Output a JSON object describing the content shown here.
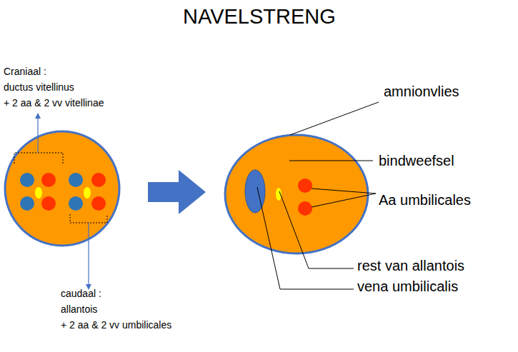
{
  "diagram": {
    "title": "NAVELSTRENG",
    "labels": [
      "Craniaal :",
      "ductus vitellinus",
      "+ 2 aa & 2 vv vitellinae",
      "caudaal :",
      "allantois",
      "+ 2 aa & 2 vv umbilicales",
      "amnionvlies",
      "bindweefsel",
      "Aa umbilicales",
      "rest van allantois",
      "vena umbilicalis"
    ]
  }
}
